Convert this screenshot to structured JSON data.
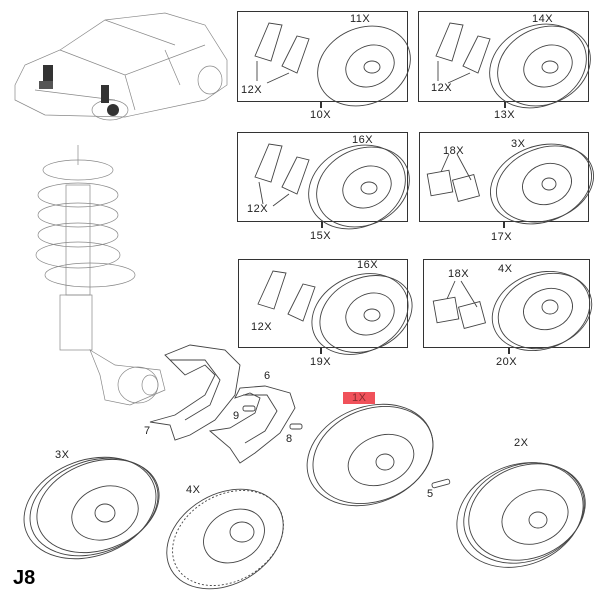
{
  "diagram": {
    "page_code": "J8",
    "highlighted_part": "1X",
    "highlight_color": "#f0515a",
    "kits": [
      {
        "kit": "10X",
        "pads_label": "12X",
        "disc_label": "11X"
      },
      {
        "kit": "13X",
        "pads_label": "12X",
        "disc_label": "14X"
      },
      {
        "kit": "15X",
        "pads_label": "12X",
        "disc_label": "16X"
      },
      {
        "kit": "17X",
        "pads_label": "18X",
        "disc_label": "3X"
      },
      {
        "kit": "19X",
        "pads_label": "12X",
        "disc_label": "16X"
      },
      {
        "kit": "20X",
        "pads_label": "18X",
        "disc_label": "4X"
      }
    ],
    "parts": {
      "disc_1": "1X",
      "disc_2": "2X",
      "disc_3": "3X",
      "disc_4": "4X",
      "screw": "5",
      "shield_right": "6",
      "shield_left": "7",
      "bolt_8": "8",
      "bolt_9": "9"
    }
  }
}
